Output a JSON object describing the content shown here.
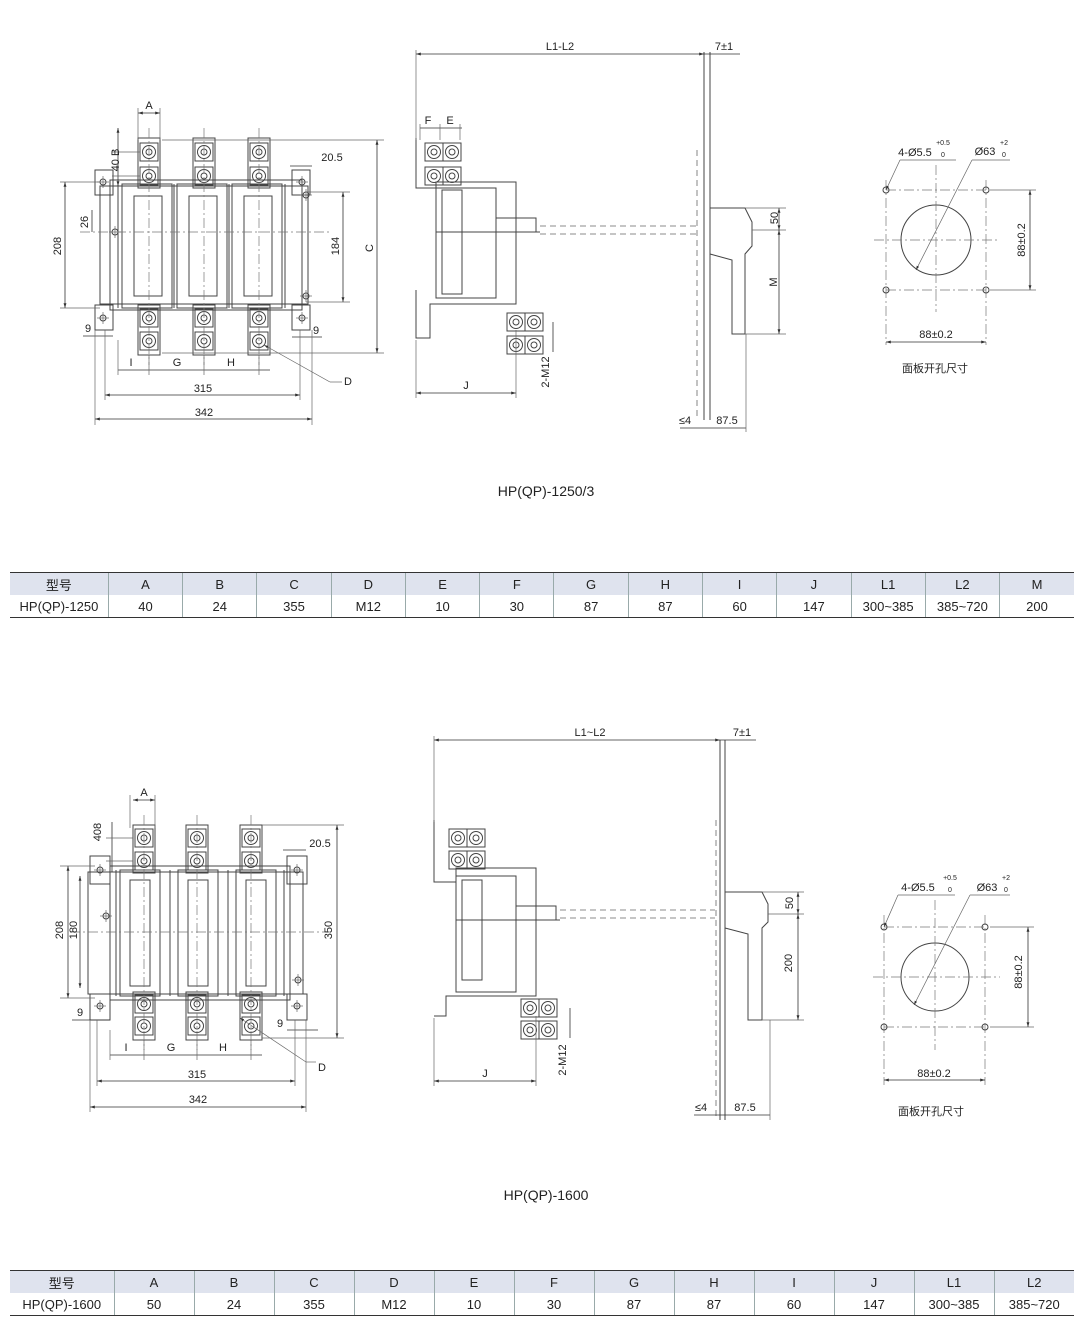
{
  "drawing1": {
    "title": "HP(QP)-1250/3",
    "dims": {
      "A": "A",
      "B40": "40 B",
      "d205": "20.5",
      "d208": "208",
      "d26": "26",
      "d184": "184",
      "C": "C",
      "nine_l": "9",
      "nine_r": "9",
      "I": "I",
      "G": "G",
      "H": "H",
      "D": "D",
      "d315": "315",
      "d342": "342",
      "F": "F",
      "E": "E",
      "L": "L1-L2",
      "d7": "7±1",
      "d50": "50",
      "M": "M",
      "J": "J",
      "M12": "2-M12",
      "le4": "≤4",
      "d875": "87.5",
      "holes": "4-Ø5.5",
      "holes_tol_u": "+0.5",
      "holes_tol_l": "0",
      "bore": "Ø63",
      "bore_tol_u": "+2",
      "bore_tol_l": "0",
      "v88": "88±0.2",
      "h88": "88±0.2"
    },
    "cutout_caption": "面板开孔尺寸"
  },
  "table1": {
    "headers": [
      "型号",
      "A",
      "B",
      "C",
      "D",
      "E",
      "F",
      "G",
      "H",
      "I",
      "J",
      "L1",
      "L2",
      "M"
    ],
    "row": [
      "HP(QP)-1250",
      "40",
      "24",
      "355",
      "M12",
      "10",
      "30",
      "87",
      "87",
      "60",
      "147",
      "300~385",
      "385~720",
      "200"
    ]
  },
  "drawing2": {
    "title": "HP(QP)-1600",
    "dims": {
      "A": "A",
      "d408": "408",
      "d205": "20.5",
      "d208": "208",
      "d180": "180",
      "d350": "350",
      "nine_l": "9",
      "nine_r": "9",
      "I": "I",
      "G": "G",
      "H": "H",
      "D": "D",
      "d315": "315",
      "d342": "342",
      "L": "L1~L2",
      "d7": "7±1",
      "d50": "50",
      "d200": "200",
      "J": "J",
      "M12": "2-M12",
      "le4": "≤4",
      "d875": "87.5",
      "holes": "4-Ø5.5",
      "holes_tol_u": "+0.5",
      "holes_tol_l": "0",
      "bore": "Ø63",
      "bore_tol_u": "+2",
      "bore_tol_l": "0",
      "v88": "88±0.2",
      "h88": "88±0.2"
    },
    "cutout_caption": "面板开孔尺寸"
  },
  "table2": {
    "headers": [
      "型号",
      "A",
      "B",
      "C",
      "D",
      "E",
      "F",
      "G",
      "H",
      "I",
      "J",
      "L1",
      "L2"
    ],
    "row": [
      "HP(QP)-1600",
      "50",
      "24",
      "355",
      "M12",
      "10",
      "30",
      "87",
      "87",
      "60",
      "147",
      "300~385",
      "385~720"
    ]
  }
}
